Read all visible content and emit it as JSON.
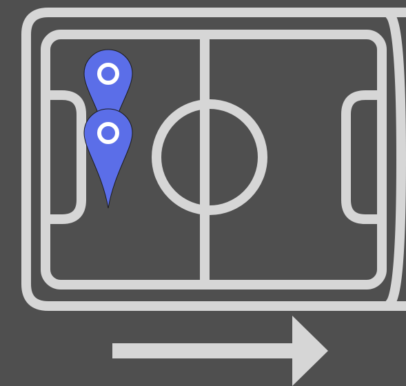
{
  "colors": {
    "background": "#4f4f4f",
    "pitch_lines": "#d6d6d6",
    "marker_fill": "#5b6ee8",
    "marker_ring": "#ffffff",
    "marker_outline": "#1a1a1a",
    "arrow": "#d6d6d6"
  },
  "pitch": {
    "icon": "soccer-field-icon",
    "attack_direction": "right",
    "direction_icon": "arrow-right-icon"
  },
  "markers": [
    {
      "name": "player-marker-1",
      "icon": "map-pin-icon"
    },
    {
      "name": "player-marker-2",
      "icon": "map-pin-icon"
    }
  ]
}
